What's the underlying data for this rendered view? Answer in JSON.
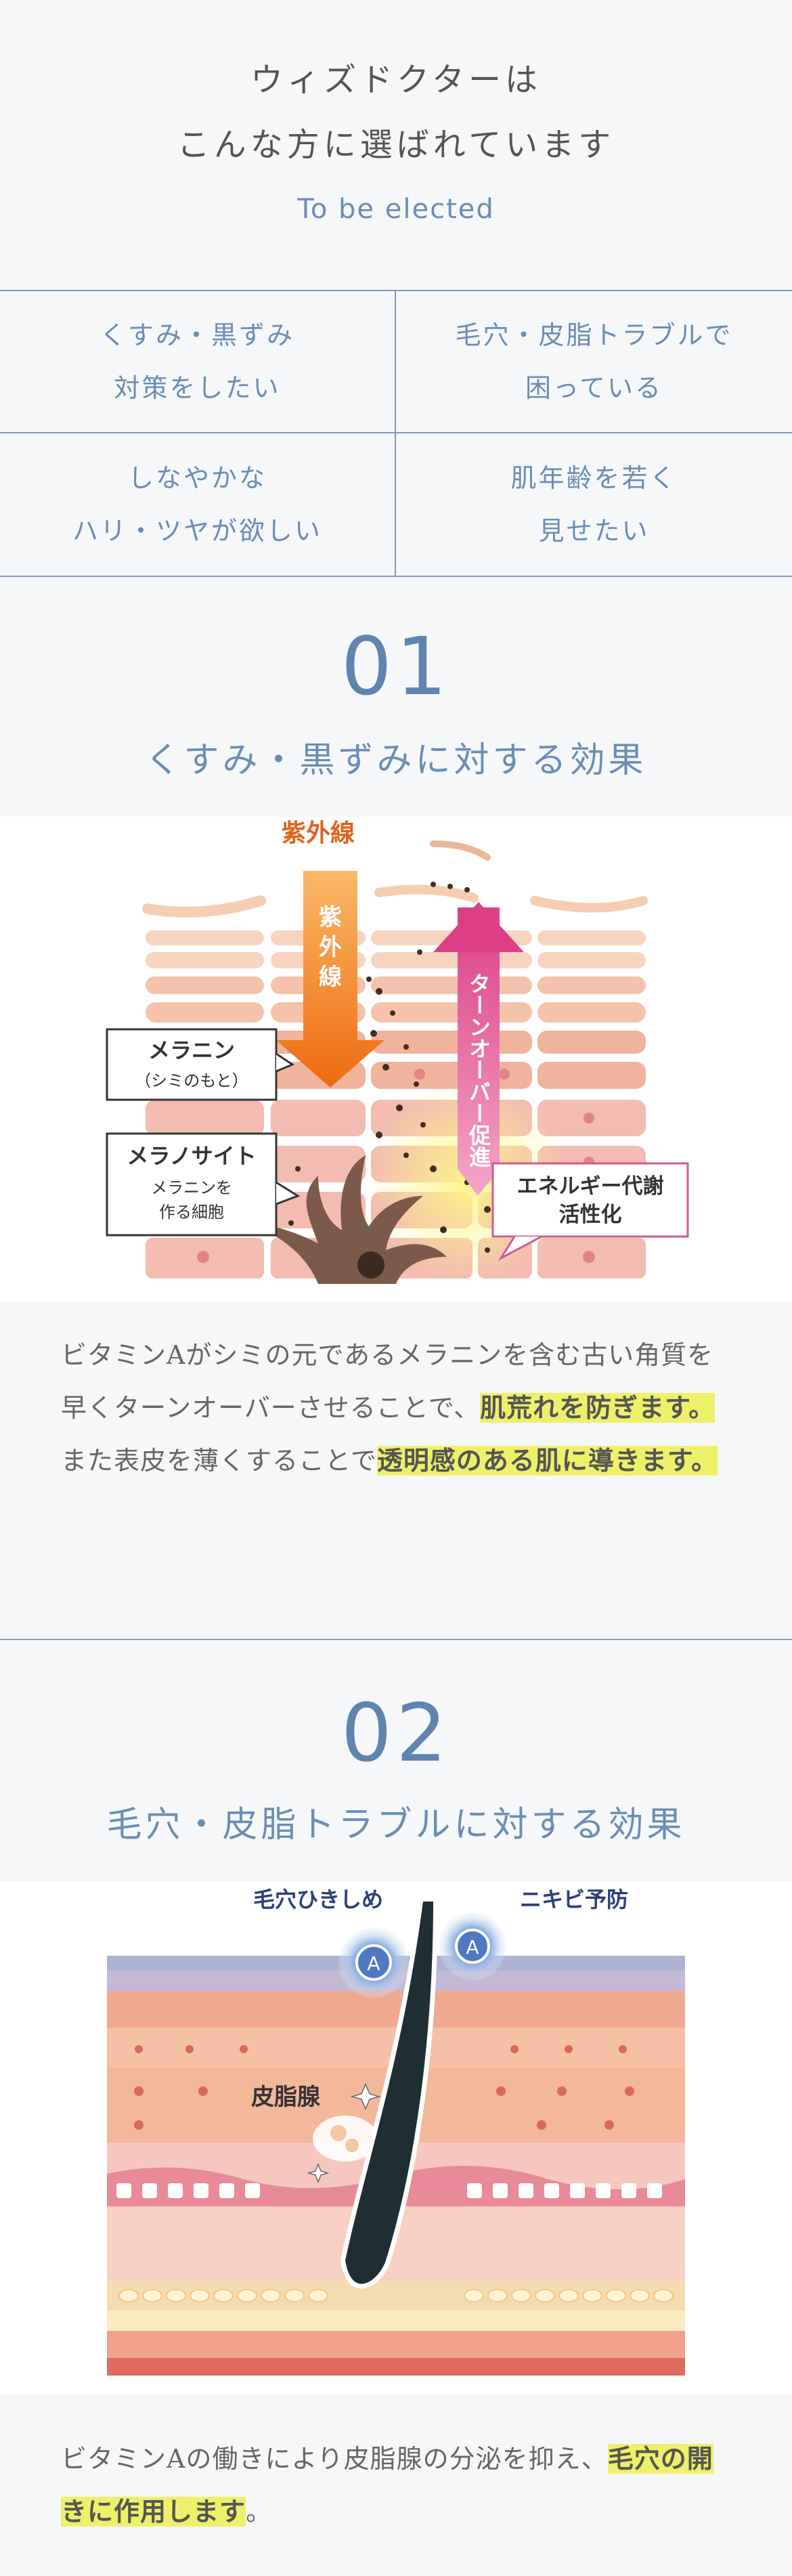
{
  "hero": {
    "title_line1": "ウィズドクターは",
    "title_line2": "こんな方に選ばれています",
    "subtitle": "To be elected"
  },
  "concerns": [
    {
      "line1": "くすみ・黒ずみ",
      "line2": "対策をしたい"
    },
    {
      "line1": "毛穴・皮脂トラブルで",
      "line2": "困っている"
    },
    {
      "line1": "しなやかな",
      "line2": "ハリ・ツヤが欲しい"
    },
    {
      "line1": "肌年齢を若く",
      "line2": "見せたい"
    }
  ],
  "section1": {
    "number": "01",
    "title": "くすみ・黒ずみに対する効果",
    "diagram": {
      "uv_top": "紫外線",
      "uv_arrow": "紫外線",
      "turnover_arrow": "ターンオーバー促進",
      "melanin_label": "メラニン",
      "melanin_sub": "（シミのもと）",
      "melanocyte_label": "メラノサイト",
      "melanocyte_sub1": "メラニンを",
      "melanocyte_sub2": "作る細胞",
      "energy_line1": "エネルギー代謝",
      "energy_line2": "活性化"
    },
    "desc_p1_a": "ビタミンAがシミの元であるメラニンを含む古い角質を早くターンオーバーさせることで、",
    "desc_p1_hl": "肌荒れを防ぎます。",
    "desc_p2_a": "また表皮を薄くすることで",
    "desc_p2_hl": "透明感のある肌に導きます。"
  },
  "section2": {
    "number": "02",
    "title": "毛穴・皮脂トラブルに対する効果",
    "diagram": {
      "pore_label": "毛穴ひきしめ",
      "acne_label": "ニキビ予防",
      "badge": "A",
      "gland_label": "皮脂腺"
    },
    "desc_a": "ビタミンAの働きにより皮脂腺の分泌を抑え、",
    "desc_hl": "毛穴の開きに作用します",
    "desc_end": "。"
  },
  "colors": {
    "accent_blue": "#6a8db5",
    "highlight": "#eef06a",
    "uv_orange": "#f07c1c",
    "turnover_pink": "#e0558f"
  }
}
